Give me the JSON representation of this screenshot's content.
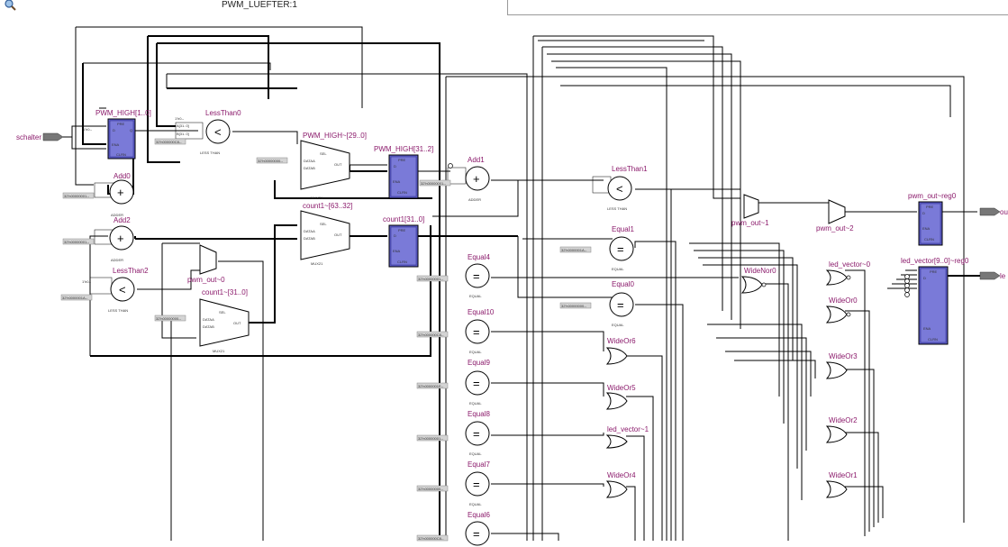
{
  "window": {
    "title": "PWM_LUEFTER:1"
  },
  "ports": {
    "input": "schalter",
    "output1": "ou",
    "output2": "le"
  },
  "registers": {
    "pwm_high_1_0": "PWM_HIGH[1..0]",
    "pwm_high_31_2": "PWM_HIGH[31..2]",
    "count1_31_0": "count1[31..0]",
    "pwm_out_reg0": "pwm_out~reg0",
    "led_vector_reg0": "led_vector[9..0]~reg0"
  },
  "operators": {
    "lessthan0": "LessThan0",
    "lessthan1": "LessThan1",
    "lessthan2": "LessThan2",
    "add0": "Add0",
    "add1": "Add1",
    "add2": "Add2"
  },
  "muxes": {
    "pwm_high_29_0": "PWM_HIGH~[29..0]",
    "count1_63_32": "count1~[63..32]",
    "count1_31_0": "count1~[31..0]",
    "pwm_out_0": "pwm_out~0",
    "pwm_out_1": "pwm_out~1",
    "pwm_out_2": "pwm_out~2",
    "mux_footer": "MUX21"
  },
  "equals": [
    "Equal1",
    "Equal4",
    "Equal0",
    "Equal10",
    "Equal9",
    "Equal8",
    "Equal7",
    "Equal6"
  ],
  "gates": {
    "widenor0": "WideNor0",
    "wideor6": "WideOr6",
    "wideor5": "WideOr5",
    "led_vector_1": "led_vector~1",
    "wideor4": "WideOr4",
    "led_vector_0": "led_vector~0",
    "wideor0": "WideOr0",
    "wideor3": "WideOr3",
    "wideor2": "WideOr2",
    "wideor1": "WideOr1"
  },
  "block_footers": {
    "adder": "ADDER",
    "less_than": "LESS THAN",
    "equal": "EQUAL",
    "clrn": "CLRN"
  },
  "pins": {
    "pre": "PRE",
    "d": "D",
    "ena": "ENA",
    "sel": "SEL",
    "dataa": "DATAA",
    "datab": "DATAB",
    "out": "OUT",
    "a": "A[31..0]",
    "b": "B[31..0]",
    "q": "Q"
  },
  "symbols": {
    "lt": "<",
    "plus": "+",
    "eq": "="
  },
  "constants": {
    "c1": "32'h00000001--",
    "c2": "32'h000000C8--",
    "c3": "32'h0000001E--",
    "c4": "32'h00000000--",
    "c5": "1'h0--",
    "c6": "32'h0000001A--"
  },
  "icons": {
    "zoom": "magnifier-icon"
  }
}
